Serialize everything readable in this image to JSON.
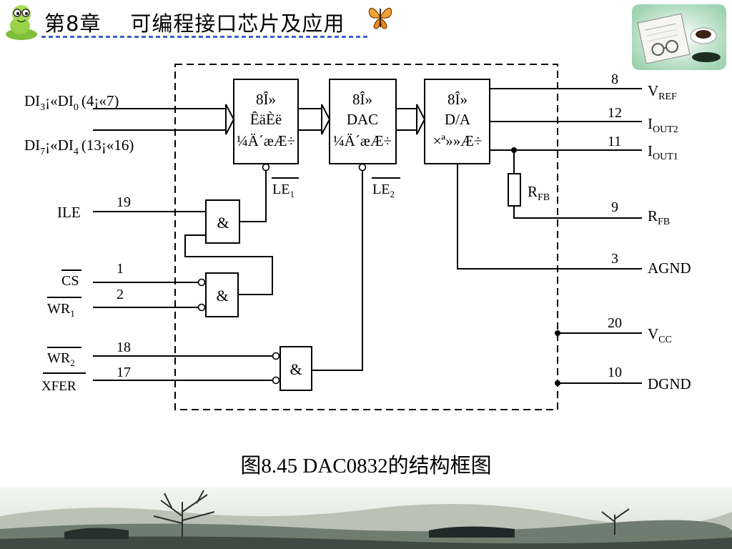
{
  "header": {
    "title": "第8章    可编程接口芯片及应用",
    "logo_icon": "snake-mascot-icon",
    "butterfly_icon": "butterfly-icon",
    "corner_icon": "book-glasses-coffee-icon",
    "rule_color": "#3a5fcd"
  },
  "diagram": {
    "blocks": [
      {
        "line1": "8Î»",
        "line2": "ÊäÈë",
        "line3": "¼Ä´æÆ÷"
      },
      {
        "line1": "8Î»",
        "line2": "DAC",
        "line3": "¼Ä´æÆ÷"
      },
      {
        "line1": "8Î»",
        "line2": "D/A",
        "line3": "×ª»»Æ÷"
      }
    ],
    "le1": {
      "main": "LE",
      "sub": "1"
    },
    "le2": {
      "main": "LE",
      "sub": "2"
    },
    "gate_symbol": "&",
    "inputs": {
      "di_upper": {
        "a": "DI",
        "a_sub": "3",
        "b": "¡«DI",
        "b_sub": "0",
        "c": "(4¡«7)"
      },
      "di_lower": {
        "a": "DI",
        "a_sub": "7",
        "b": "¡«DI",
        "b_sub": "4",
        "c": "(13¡«16)"
      },
      "ile": {
        "label": "ILE",
        "pin": "19"
      },
      "cs": {
        "label": "CS",
        "pin": "1"
      },
      "wr1": {
        "label": "WR",
        "sub": "1",
        "pin": "2"
      },
      "wr2": {
        "label": "WR",
        "sub": "2",
        "pin": "18"
      },
      "xfer": {
        "label": "XFER",
        "pin": "17"
      }
    },
    "rfb_internal": {
      "main": "R",
      "sub": "FB"
    },
    "outputs": [
      {
        "pin": "8",
        "main": "V",
        "sub": "REF"
      },
      {
        "pin": "12",
        "main": "I",
        "sub": "OUT2"
      },
      {
        "pin": "11",
        "main": "I",
        "sub": "OUT1"
      },
      {
        "pin": "9",
        "main": "R",
        "sub": "FB"
      },
      {
        "pin": "3",
        "main": "AGND",
        "sub": ""
      },
      {
        "pin": "20",
        "main": "V",
        "sub": "CC"
      },
      {
        "pin": "10",
        "main": "DGND",
        "sub": ""
      }
    ]
  },
  "caption": "图8.45  DAC0832的结构框图",
  "footer": {
    "image": "winter-tree-landscape-banner"
  }
}
